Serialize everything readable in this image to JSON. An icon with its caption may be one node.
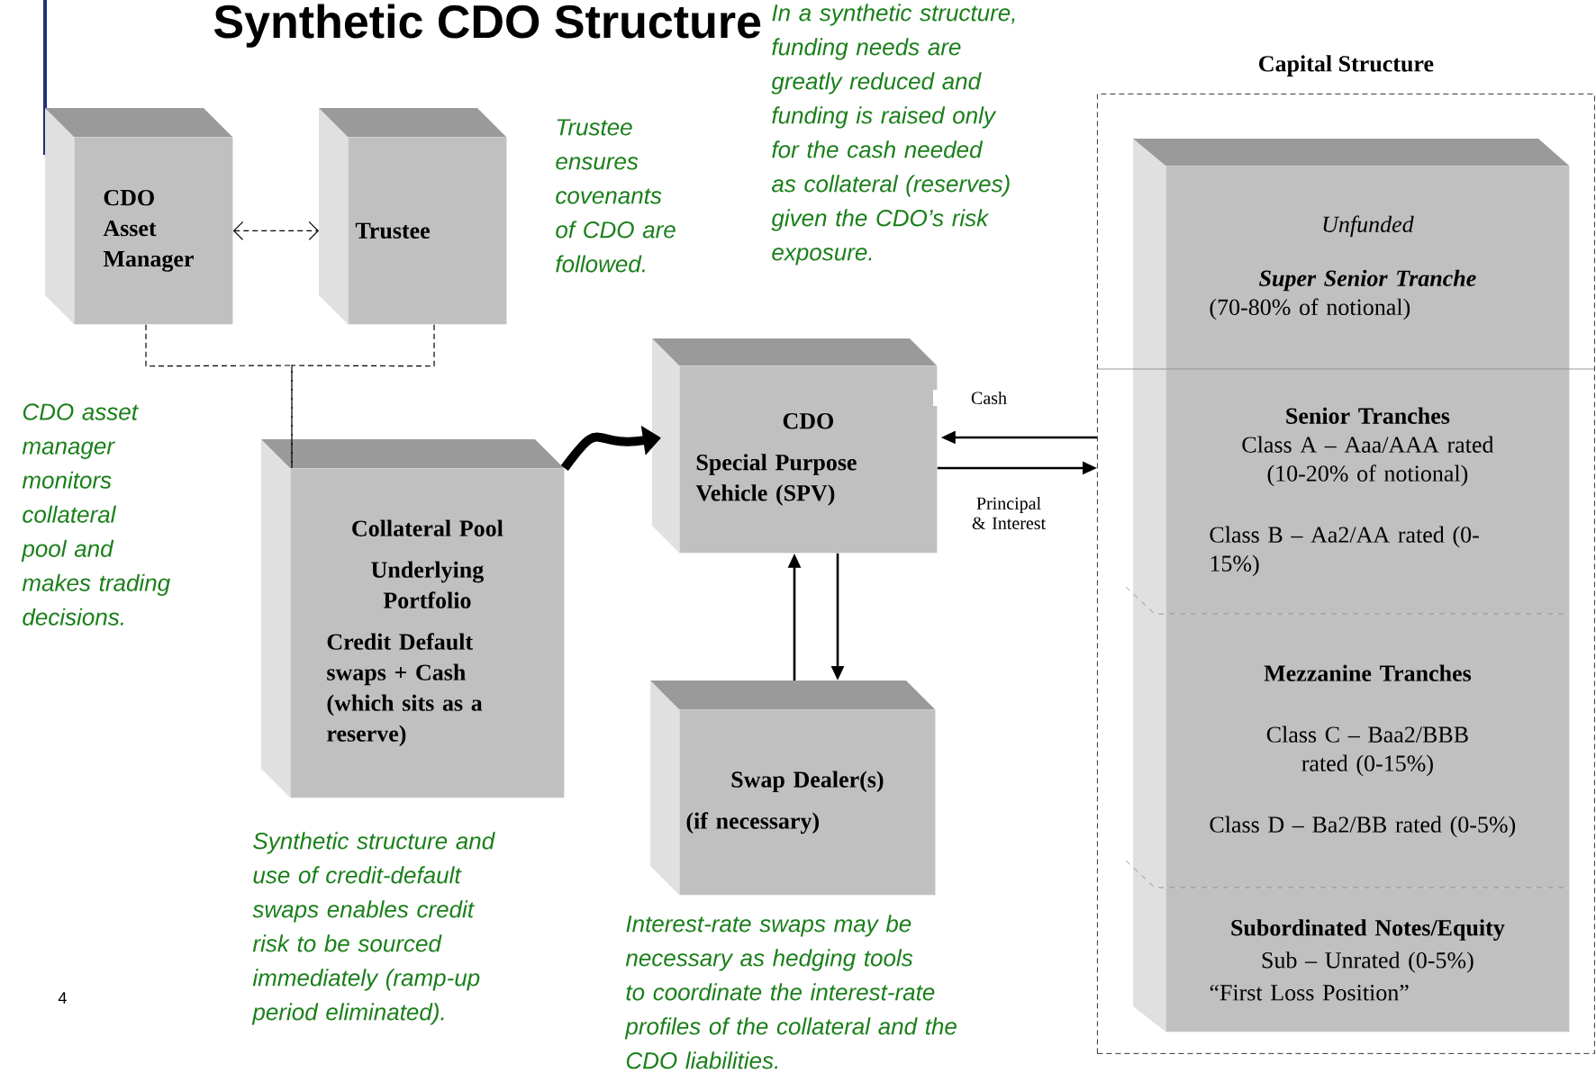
{
  "diagram": {
    "title": "Synthetic CDO Structure",
    "nodes": [
      {
        "text": [
          "CDO Asset Manager"
        ]
      },
      {
        "text": [
          "Trustee"
        ]
      },
      {
        "text": [
          "Collateral Pool",
          "Underlying Portfolio",
          "Credit Default swaps + Cash (which sits as a reserve)"
        ]
      },
      {
        "text": [
          "CDO",
          "Special Purpose Vehicle (SPV)"
        ]
      },
      {
        "text": [
          "Swap Dealer(s)",
          "(if necessary)"
        ]
      },
      {
        "text": [
          "Capital Structure"
        ]
      },
      {
        "text": [
          "Unfunded",
          "Super Senior Tranche",
          "(70-80% of notional)"
        ],
        "in": 5
      },
      {
        "text": [
          "Senior Tranches",
          "Class A – Aaa/AAA rated (10-20% of notional)",
          "Class B – Aa2/AA rated (0-15%)"
        ],
        "in": 5
      },
      {
        "text": [
          "Mezzanine Tranches",
          "Class C – Baa2/BBB rated (0-15%)",
          "Class D – Ba2/BB rated (0-5%)"
        ],
        "in": 5
      },
      {
        "text": [
          "Subordinated Notes/Equity",
          "Sub – Unrated (0-5%)",
          "“First Loss Position”"
        ],
        "in": 5
      }
    ],
    "edges": [
      {
        "from": 0,
        "to": 1,
        "arrow": "both",
        "style": "dashed"
      },
      {
        "from": 0,
        "to": 2,
        "arrow": "none",
        "style": "dashed"
      },
      {
        "from": 1,
        "to": 2,
        "arrow": "none",
        "style": "dashed"
      },
      {
        "from": 2,
        "to": 3,
        "arrow": "to",
        "style": "thick"
      },
      {
        "from": 5,
        "to": 3,
        "arrow": "to",
        "label": "Cash"
      },
      {
        "from": 3,
        "to": 5,
        "arrow": "to",
        "label": "Principal & Interest"
      },
      {
        "from": 4,
        "to": 3,
        "arrow": "to"
      },
      {
        "from": 3,
        "to": 4,
        "arrow": "to"
      }
    ],
    "labels": [
      "In a synthetic structure, funding needs are greatly reduced and funding is raised only for the cash needed as collateral (reserves) given the CDO’s risk exposure.",
      "Trustee ensures covenants of CDO are followed.",
      "CDO asset manager monitors collateral pool and makes trading decisions.",
      "Synthetic structure and use of credit-default swaps enables credit risk to be sourced immediately (ramp-up period eliminated).",
      "Interest-rate swaps may be necessary as hedging tools to coordinate the interest-rate profiles of the collateral and the CDO liabilities.",
      "4"
    ]
  }
}
